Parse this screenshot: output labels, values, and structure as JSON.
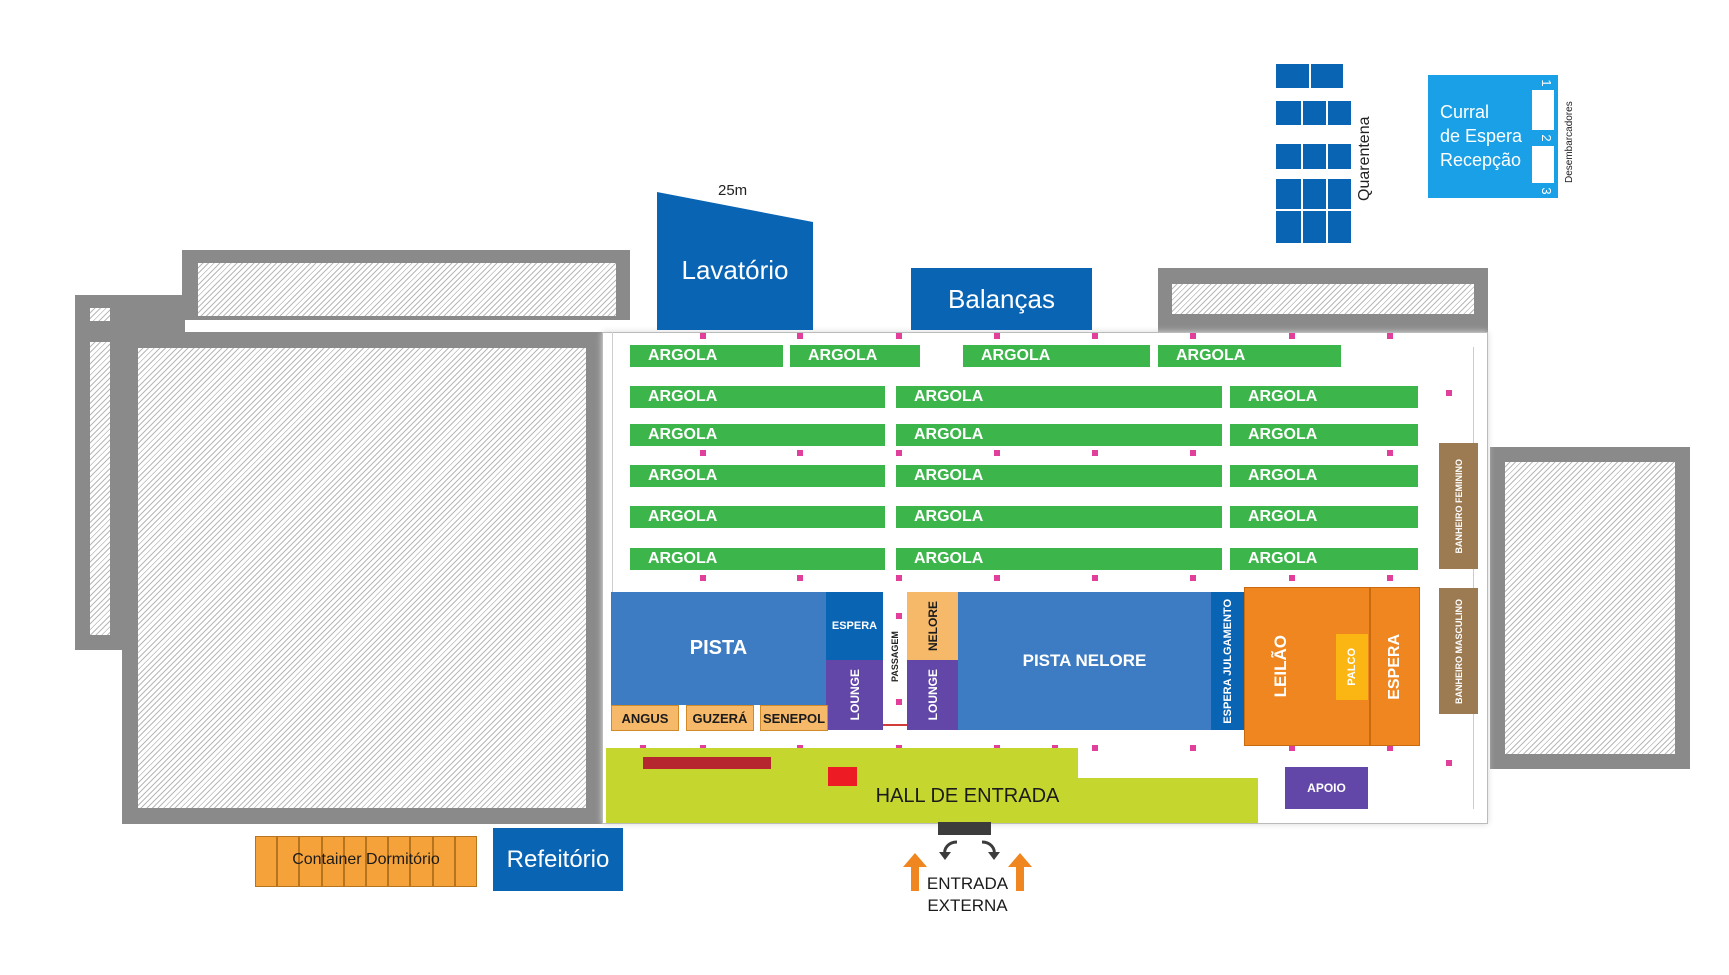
{
  "labels": {
    "scale": "25m",
    "lavatorio": "Lavatório",
    "balancas": "Balanças",
    "quarentena": "Quarentena",
    "curral": [
      "Curral",
      "de Espera",
      "Recepção"
    ],
    "desembarcadores": "Desembarcadores",
    "dock_numbers": [
      "1",
      "2",
      "3"
    ],
    "refeitorio": "Refeitório",
    "container": "Container Dormitório",
    "hall": "HALL DE ENTRADA",
    "apoio": "APOIO",
    "entrada": [
      "ENTRADA",
      "EXTERNA"
    ],
    "pista": "PISTA",
    "pista_nelore": "PISTA NELORE",
    "espera_small": "ESPERA",
    "lounge": "LOUNGE",
    "passagem": "PASSAGEM",
    "nelore": "NELORE",
    "espera_julgamento": "ESPERA JULGAMENTO",
    "leilao": "LEILÃO",
    "palco": "PALCO",
    "espera_big": "ESPERA",
    "banheiro_feminino": "BANHEIRO FEMININO",
    "banheiro_masculino": "BANHEIRO MASCULINO",
    "angus": "ANGUS",
    "guzera": "GUZERÁ",
    "senepol": "SENEPOL",
    "argola": "ARGOLA"
  },
  "colors": {
    "argola": "#3cb64a",
    "pista": "#3d7cc2",
    "lounge": "#6247a8",
    "leilao": "#f0861f",
    "breed": "#f6b96a",
    "bathroom": "#9c7a52",
    "hall": "#c5d72e",
    "service": "#0a64b4",
    "curral": "#1aa0e6",
    "hatched_building": "#8a8a8a",
    "marker": "#e0409c",
    "arrow": "#f0861f"
  }
}
